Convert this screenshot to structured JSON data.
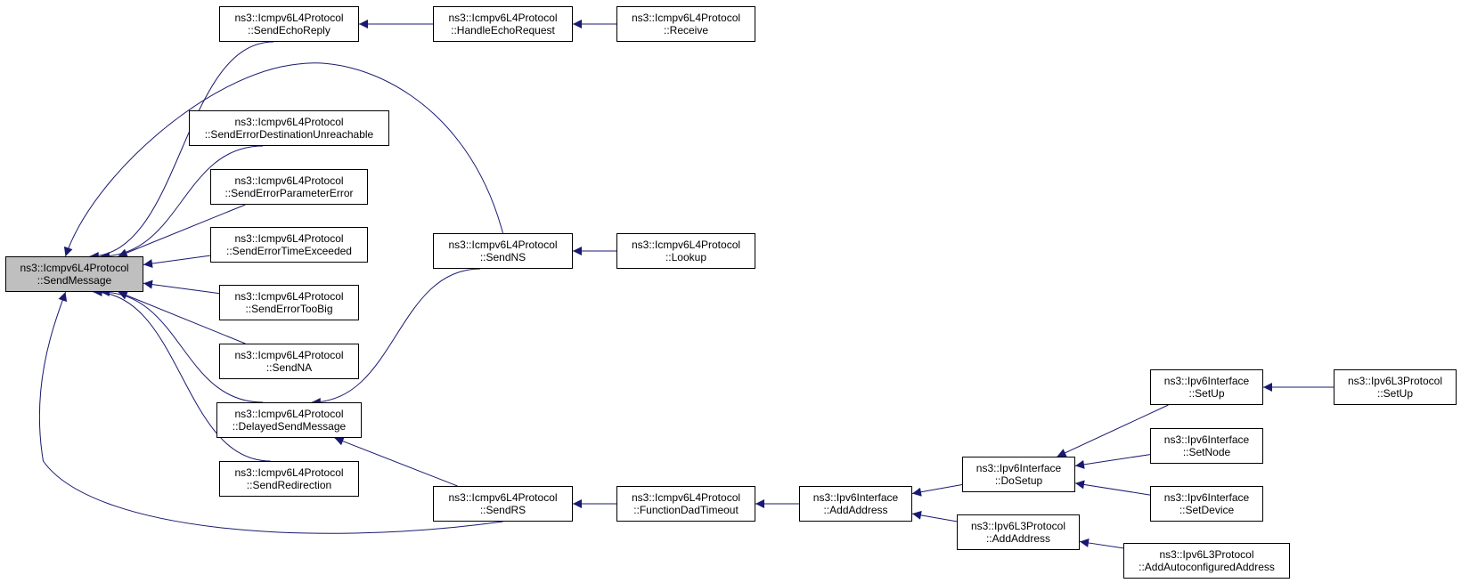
{
  "colors": {
    "edge": "#191970",
    "root_fill": "#bfbfbf",
    "node_fill": "#ffffff",
    "border": "#000000"
  },
  "nodes": {
    "send_message": {
      "line1": "ns3::Icmpv6L4Protocol",
      "line2": "::SendMessage"
    },
    "send_echo_reply": {
      "line1": "ns3::Icmpv6L4Protocol",
      "line2": "::SendEchoReply"
    },
    "handle_echo_request": {
      "line1": "ns3::Icmpv6L4Protocol",
      "line2": "::HandleEchoRequest"
    },
    "receive": {
      "line1": "ns3::Icmpv6L4Protocol",
      "line2": "::Receive"
    },
    "send_err_dest": {
      "line1": "ns3::Icmpv6L4Protocol",
      "line2": "::SendErrorDestinationUnreachable"
    },
    "send_err_param": {
      "line1": "ns3::Icmpv6L4Protocol",
      "line2": "::SendErrorParameterError"
    },
    "send_err_time": {
      "line1": "ns3::Icmpv6L4Protocol",
      "line2": "::SendErrorTimeExceeded"
    },
    "send_err_toobig": {
      "line1": "ns3::Icmpv6L4Protocol",
      "line2": "::SendErrorTooBig"
    },
    "send_na": {
      "line1": "ns3::Icmpv6L4Protocol",
      "line2": "::SendNA"
    },
    "delayed_send": {
      "line1": "ns3::Icmpv6L4Protocol",
      "line2": "::DelayedSendMessage"
    },
    "send_redirection": {
      "line1": "ns3::Icmpv6L4Protocol",
      "line2": "::SendRedirection"
    },
    "send_ns": {
      "line1": "ns3::Icmpv6L4Protocol",
      "line2": "::SendNS"
    },
    "lookup": {
      "line1": "ns3::Icmpv6L4Protocol",
      "line2": "::Lookup"
    },
    "send_rs": {
      "line1": "ns3::Icmpv6L4Protocol",
      "line2": "::SendRS"
    },
    "dad_timeout": {
      "line1": "ns3::Icmpv6L4Protocol",
      "line2": "::FunctionDadTimeout"
    },
    "if_add_address": {
      "line1": "ns3::Ipv6Interface",
      "line2": "::AddAddress"
    },
    "if_do_setup": {
      "line1": "ns3::Ipv6Interface",
      "line2": "::DoSetup"
    },
    "if_set_up": {
      "line1": "ns3::Ipv6Interface",
      "line2": "::SetUp"
    },
    "l3_set_up": {
      "line1": "ns3::Ipv6L3Protocol",
      "line2": "::SetUp"
    },
    "if_set_node": {
      "line1": "ns3::Ipv6Interface",
      "line2": "::SetNode"
    },
    "if_set_device": {
      "line1": "ns3::Ipv6Interface",
      "line2": "::SetDevice"
    },
    "l3_add_address": {
      "line1": "ns3::Ipv6L3Protocol",
      "line2": "::AddAddress"
    },
    "l3_add_autoconf": {
      "line1": "ns3::Ipv6L3Protocol",
      "line2": "::AddAutoconfiguredAddress"
    }
  },
  "edges": [
    {
      "from": "send_echo_reply",
      "to": "send_message"
    },
    {
      "from": "send_ns",
      "to": "send_message"
    },
    {
      "from": "send_err_dest",
      "to": "send_message"
    },
    {
      "from": "send_err_param",
      "to": "send_message"
    },
    {
      "from": "send_err_time",
      "to": "send_message"
    },
    {
      "from": "send_err_toobig",
      "to": "send_message"
    },
    {
      "from": "send_na",
      "to": "send_message"
    },
    {
      "from": "delayed_send",
      "to": "send_message"
    },
    {
      "from": "send_redirection",
      "to": "send_message"
    },
    {
      "from": "send_rs",
      "to": "send_message"
    },
    {
      "from": "handle_echo_request",
      "to": "send_echo_reply"
    },
    {
      "from": "receive",
      "to": "handle_echo_request"
    },
    {
      "from": "lookup",
      "to": "send_ns"
    },
    {
      "from": "send_ns",
      "to": "delayed_send"
    },
    {
      "from": "send_rs",
      "to": "delayed_send"
    },
    {
      "from": "dad_timeout",
      "to": "send_rs"
    },
    {
      "from": "if_add_address",
      "to": "dad_timeout"
    },
    {
      "from": "if_do_setup",
      "to": "if_add_address"
    },
    {
      "from": "l3_add_address",
      "to": "if_add_address"
    },
    {
      "from": "if_set_up",
      "to": "if_do_setup"
    },
    {
      "from": "if_set_node",
      "to": "if_do_setup"
    },
    {
      "from": "if_set_device",
      "to": "if_do_setup"
    },
    {
      "from": "l3_set_up",
      "to": "if_set_up"
    },
    {
      "from": "l3_add_autoconf",
      "to": "l3_add_address"
    }
  ]
}
